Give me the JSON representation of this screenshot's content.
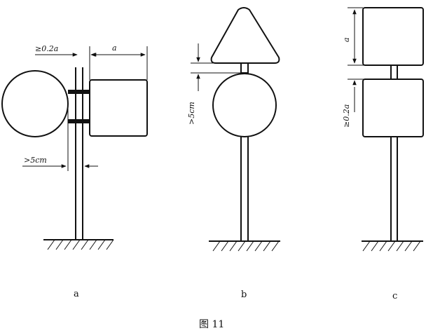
{
  "figure": {
    "caption": "图 11",
    "panels": [
      {
        "label": "a",
        "dims": {
          "top_gap": "≥0.2a",
          "sign_width": "a",
          "bottom_gap": ">5cm"
        }
      },
      {
        "label": "b",
        "dims": {
          "gap": ">5cm"
        }
      },
      {
        "label": "c",
        "dims": {
          "height": "a",
          "gap": "≥0.2a"
        }
      }
    ]
  }
}
